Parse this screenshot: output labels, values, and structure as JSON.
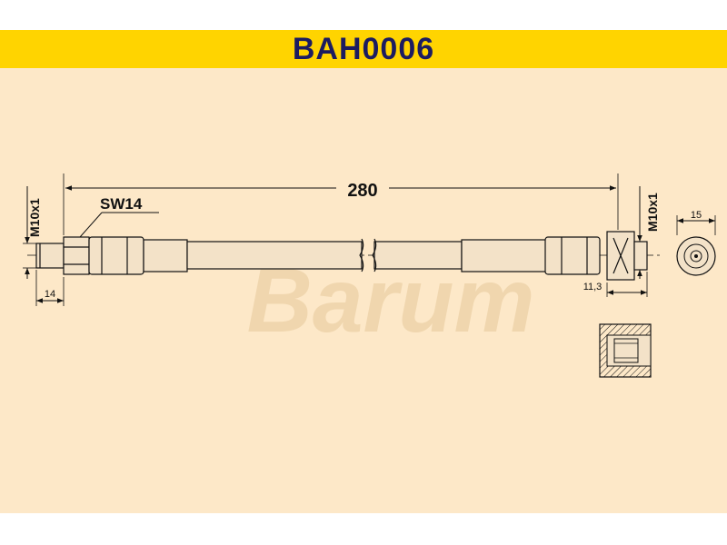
{
  "header": {
    "part_number": "BAH0006"
  },
  "dimensions": {
    "length": "280",
    "wrench_size": "SW14",
    "thread_left": "M10x1",
    "thread_right": "M10x1",
    "left_fitting_length": "14",
    "right_fitting_length": "11,3",
    "end_diameter": "15"
  },
  "watermark": {
    "text": "Barum"
  },
  "colors": {
    "header_bg": "#ffd400",
    "header_text": "#1c1c60",
    "drawing_bg": "#fde8c8",
    "hose_fill": "#f3e2c8",
    "line": "#111111",
    "watermark": "#f0d6ae"
  }
}
